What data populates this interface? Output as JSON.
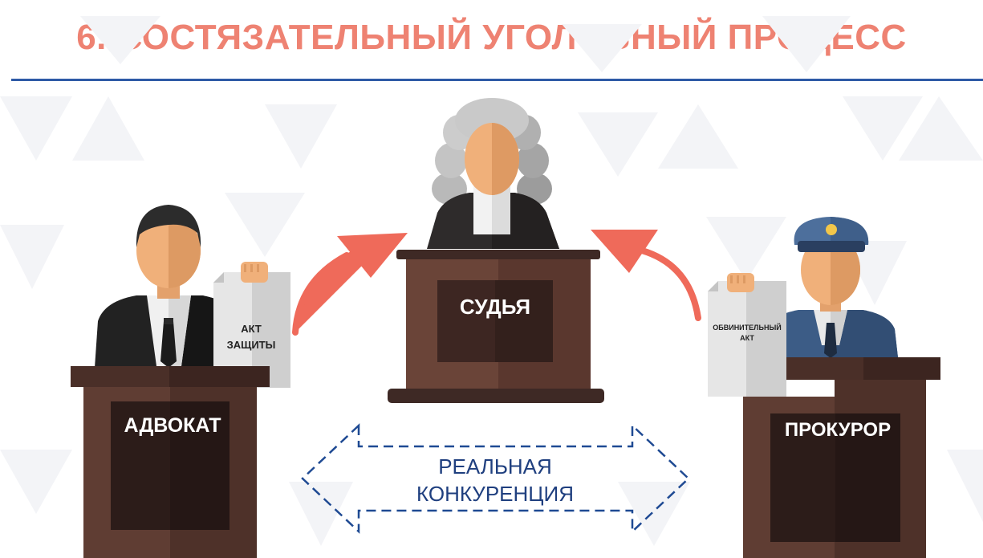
{
  "title": "6. СОСТЯЗАТЕЛЬНЫЙ УГОЛОВНЫЙ ПРОЦЕСС",
  "colors": {
    "title": "#ee8272",
    "rule": "#2e5aa6",
    "podium": "#5a3a31",
    "arrow": "#ef6a5a",
    "dashed_arrow": "#1f4a93",
    "cap": "#324a78"
  },
  "roles": {
    "judge": "СУДЬЯ",
    "lawyer": "АДВОКАТ",
    "prosecutor": "ПРОКУРОР"
  },
  "documents": {
    "defense_line1": "АКТ",
    "defense_line2": "ЗАЩИТЫ",
    "indictment_line1": "ОБВИНИТЕЛЬНЫЙ",
    "indictment_line2": "АКТ"
  },
  "competition": {
    "line1": "РЕАЛЬНАЯ",
    "line2": "КОНКУРЕНЦИЯ"
  }
}
